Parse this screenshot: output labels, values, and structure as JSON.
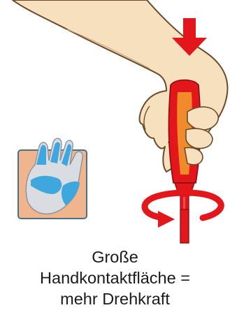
{
  "caption": {
    "line1": "Große",
    "line2": "Handkontaktfläche =",
    "line3": "mehr Drehkraft"
  },
  "icons": [
    "hand-icon",
    "glove-icon",
    "down-arrow-icon",
    "rotation-arrow-icon",
    "screwdriver-icon"
  ],
  "colors": {
    "skin": "#f7e0bd",
    "skin_outline": "#6b4a2b",
    "handle_red": "#e3161b",
    "handle_orange": "#f08a2a",
    "arrow_red": "#e3161b",
    "glove_blue": "#3fa7dd",
    "glove_bg": "#f0b58d"
  }
}
